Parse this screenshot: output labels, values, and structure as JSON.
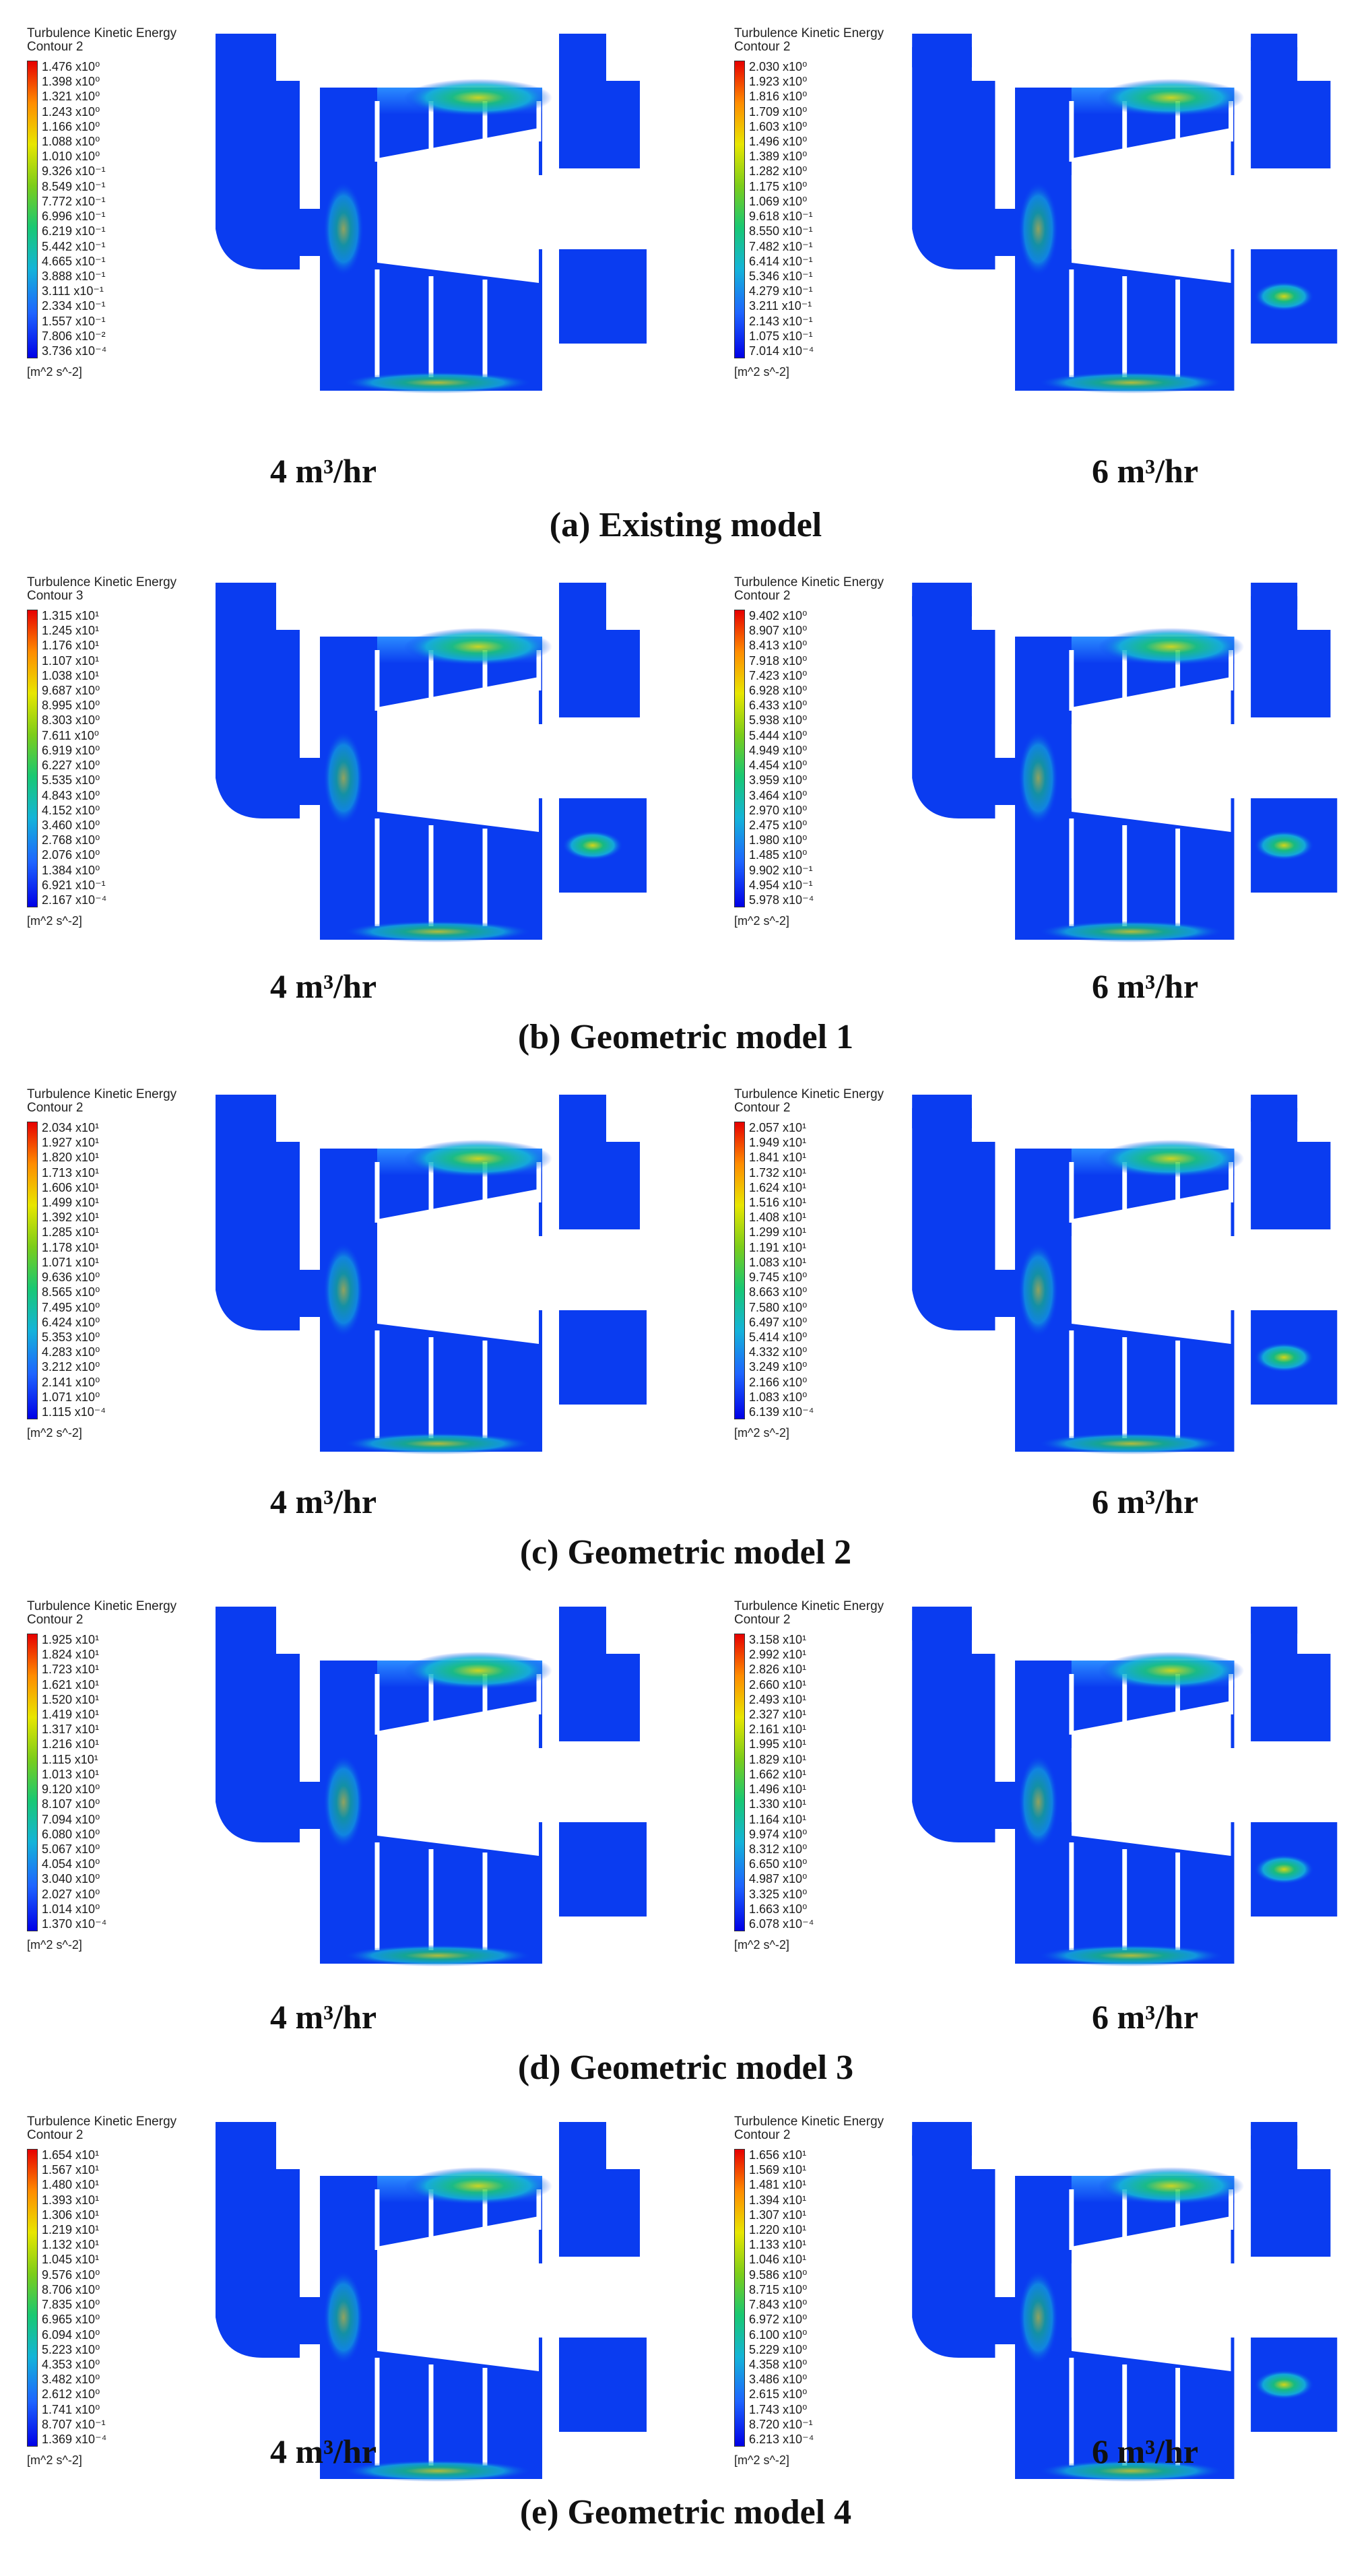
{
  "legend_title": "Turbulence Kinetic Energy",
  "legend_units": "[m^2 s^-2]",
  "colors": {
    "max": "#e60000",
    "mid": "#19c873",
    "min": "#0000e6",
    "field": "#0a3cf0"
  },
  "rows": [
    {
      "caption": "(a) Existing model",
      "panels": [
        {
          "contour": "Contour 2",
          "flow": "4 m³/hr",
          "ticks": [
            "1.476 x10⁰",
            "1.398 x10⁰",
            "1.321 x10⁰",
            "1.243 x10⁰",
            "1.166 x10⁰",
            "1.088 x10⁰",
            "1.010 x10⁰",
            "9.326 x10⁻¹",
            "8.549 x10⁻¹",
            "7.772 x10⁻¹",
            "6.996 x10⁻¹",
            "6.219 x10⁻¹",
            "5.442 x10⁻¹",
            "4.665 x10⁻¹",
            "3.888 x10⁻¹",
            "3.111 x10⁻¹",
            "2.334 x10⁻¹",
            "1.557 x10⁻¹",
            "7.806 x10⁻²",
            "3.736 x10⁻⁴"
          ]
        },
        {
          "contour": "Contour 2",
          "flow": "6 m³/hr",
          "ticks": [
            "2.030 x10⁰",
            "1.923 x10⁰",
            "1.816 x10⁰",
            "1.709 x10⁰",
            "1.603 x10⁰",
            "1.496 x10⁰",
            "1.389 x10⁰",
            "1.282 x10⁰",
            "1.175 x10⁰",
            "1.069 x10⁰",
            "9.618 x10⁻¹",
            "8.550 x10⁻¹",
            "7.482 x10⁻¹",
            "6.414 x10⁻¹",
            "5.346 x10⁻¹",
            "4.279 x10⁻¹",
            "3.211 x10⁻¹",
            "2.143 x10⁻¹",
            "1.075 x10⁻¹",
            "7.014 x10⁻⁴"
          ]
        }
      ]
    },
    {
      "caption": "(b) Geometric model 1",
      "panels": [
        {
          "contour": "Contour 3",
          "flow": "4 m³/hr",
          "ticks": [
            "1.315 x10¹",
            "1.245 x10¹",
            "1.176 x10¹",
            "1.107 x10¹",
            "1.038 x10¹",
            "9.687 x10⁰",
            "8.995 x10⁰",
            "8.303 x10⁰",
            "7.611 x10⁰",
            "6.919 x10⁰",
            "6.227 x10⁰",
            "5.535 x10⁰",
            "4.843 x10⁰",
            "4.152 x10⁰",
            "3.460 x10⁰",
            "2.768 x10⁰",
            "2.076 x10⁰",
            "1.384 x10⁰",
            "6.921 x10⁻¹",
            "2.167 x10⁻⁴"
          ]
        },
        {
          "contour": "Contour 2",
          "flow": "6 m³/hr",
          "ticks": [
            "9.402 x10⁰",
            "8.907 x10⁰",
            "8.413 x10⁰",
            "7.918 x10⁰",
            "7.423 x10⁰",
            "6.928 x10⁰",
            "6.433 x10⁰",
            "5.938 x10⁰",
            "5.444 x10⁰",
            "4.949 x10⁰",
            "4.454 x10⁰",
            "3.959 x10⁰",
            "3.464 x10⁰",
            "2.970 x10⁰",
            "2.475 x10⁰",
            "1.980 x10⁰",
            "1.485 x10⁰",
            "9.902 x10⁻¹",
            "4.954 x10⁻¹",
            "5.978 x10⁻⁴"
          ]
        }
      ]
    },
    {
      "caption": "(c) Geometric model 2",
      "panels": [
        {
          "contour": "Contour 2",
          "flow": "4 m³/hr",
          "ticks": [
            "2.034 x10¹",
            "1.927 x10¹",
            "1.820 x10¹",
            "1.713 x10¹",
            "1.606 x10¹",
            "1.499 x10¹",
            "1.392 x10¹",
            "1.285 x10¹",
            "1.178 x10¹",
            "1.071 x10¹",
            "9.636 x10⁰",
            "8.565 x10⁰",
            "7.495 x10⁰",
            "6.424 x10⁰",
            "5.353 x10⁰",
            "4.283 x10⁰",
            "3.212 x10⁰",
            "2.141 x10⁰",
            "1.071 x10⁰",
            "1.115 x10⁻⁴"
          ]
        },
        {
          "contour": "Contour 2",
          "flow": "6 m³/hr",
          "ticks": [
            "2.057 x10¹",
            "1.949 x10¹",
            "1.841 x10¹",
            "1.732 x10¹",
            "1.624 x10¹",
            "1.516 x10¹",
            "1.408 x10¹",
            "1.299 x10¹",
            "1.191 x10¹",
            "1.083 x10¹",
            "9.745 x10⁰",
            "8.663 x10⁰",
            "7.580 x10⁰",
            "6.497 x10⁰",
            "5.414 x10⁰",
            "4.332 x10⁰",
            "3.249 x10⁰",
            "2.166 x10⁰",
            "1.083 x10⁰",
            "6.139 x10⁻⁴"
          ]
        }
      ]
    },
    {
      "caption": "(d) Geometric model 3",
      "panels": [
        {
          "contour": "Contour 2",
          "flow": "4 m³/hr",
          "ticks": [
            "1.925 x10¹",
            "1.824 x10¹",
            "1.723 x10¹",
            "1.621 x10¹",
            "1.520 x10¹",
            "1.419 x10¹",
            "1.317 x10¹",
            "1.216 x10¹",
            "1.115 x10¹",
            "1.013 x10¹",
            "9.120 x10⁰",
            "8.107 x10⁰",
            "7.094 x10⁰",
            "6.080 x10⁰",
            "5.067 x10⁰",
            "4.054 x10⁰",
            "3.040 x10⁰",
            "2.027 x10⁰",
            "1.014 x10⁰",
            "1.370 x10⁻⁴"
          ]
        },
        {
          "contour": "Contour 2",
          "flow": "6 m³/hr",
          "ticks": [
            "3.158 x10¹",
            "2.992 x10¹",
            "2.826 x10¹",
            "2.660 x10¹",
            "2.493 x10¹",
            "2.327 x10¹",
            "2.161 x10¹",
            "1.995 x10¹",
            "1.829 x10¹",
            "1.662 x10¹",
            "1.496 x10¹",
            "1.330 x10¹",
            "1.164 x10¹",
            "9.974 x10⁰",
            "8.312 x10⁰",
            "6.650 x10⁰",
            "4.987 x10⁰",
            "3.325 x10⁰",
            "1.663 x10⁰",
            "6.078 x10⁻⁴"
          ]
        }
      ]
    },
    {
      "caption": "(e) Geometric model 4",
      "panels": [
        {
          "contour": "Contour 2",
          "flow": "4 m³/hr",
          "ticks": [
            "1.654 x10¹",
            "1.567 x10¹",
            "1.480 x10¹",
            "1.393 x10¹",
            "1.306 x10¹",
            "1.219 x10¹",
            "1.132 x10¹",
            "1.045 x10¹",
            "9.576 x10⁰",
            "8.706 x10⁰",
            "7.835 x10⁰",
            "6.965 x10⁰",
            "6.094 x10⁰",
            "5.223 x10⁰",
            "4.353 x10⁰",
            "3.482 x10⁰",
            "2.612 x10⁰",
            "1.741 x10⁰",
            "8.707 x10⁻¹",
            "1.369 x10⁻⁴"
          ]
        },
        {
          "contour": "Contour 2",
          "flow": "6 m³/hr",
          "ticks": [
            "1.656 x10¹",
            "1.569 x10¹",
            "1.481 x10¹",
            "1.394 x10¹",
            "1.307 x10¹",
            "1.220 x10¹",
            "1.133 x10¹",
            "1.046 x10¹",
            "9.586 x10⁰",
            "8.715 x10⁰",
            "7.843 x10⁰",
            "6.972 x10⁰",
            "6.100 x10⁰",
            "5.229 x10⁰",
            "4.358 x10⁰",
            "3.486 x10⁰",
            "2.615 x10⁰",
            "1.743 x10⁰",
            "8.720 x10⁻¹",
            "6.213 x10⁻⁴"
          ]
        }
      ]
    }
  ]
}
